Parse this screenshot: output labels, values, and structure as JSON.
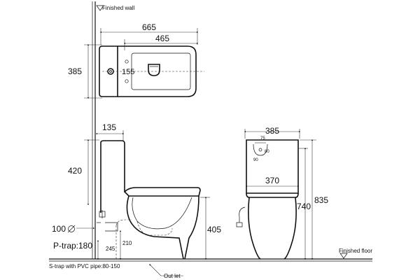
{
  "labels": {
    "finished_wall": "Finished wall",
    "finished_floor": "Finished floor",
    "outlet": "Out let",
    "s_trap": "S-trap with PVC pipe:80-150",
    "p_trap": "P-trap:180",
    "inlet_dia": "100"
  },
  "dimensions": {
    "top_total_length": "665",
    "top_bowl_length": "465",
    "top_width": "385",
    "top_inlet_offset": "155",
    "cistern_depth": "135",
    "cistern_height": "420",
    "seat_height": "405",
    "trap_height": "210",
    "trap_offset": "245",
    "front_width": "385",
    "front_small_a": "75",
    "front_small_b": "80",
    "front_small_c": "90",
    "front_bowl_width": "370",
    "front_total_height": "835",
    "front_body_height": "740"
  },
  "colors": {
    "line": "#111111",
    "background": "#ffffff"
  }
}
